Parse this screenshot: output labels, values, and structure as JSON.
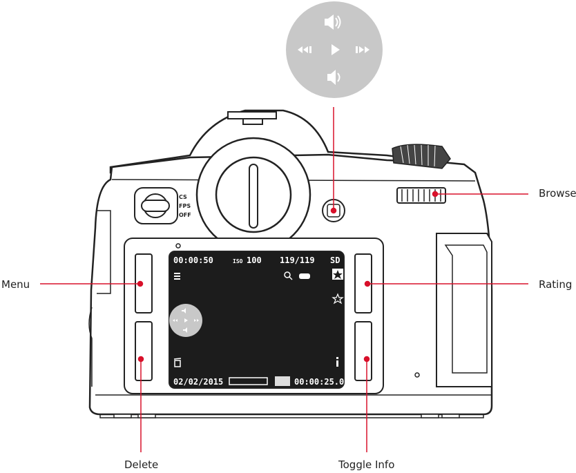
{
  "callouts": {
    "menu": "Menu",
    "delete": "Delete",
    "rating": "Rating",
    "toggle_info": "Toggle Info",
    "browse": "Browse"
  },
  "mode_dial": {
    "positions": [
      "CS",
      "FPS",
      "OFF"
    ]
  },
  "screen": {
    "elapsed_time": "00:00:50",
    "iso_label": "ISO",
    "iso_value": "100",
    "frame_counter": "119/119",
    "card": "SD",
    "date": "02/02/2015",
    "total_time": "00:00:25.00"
  },
  "playback_controls": [
    "volume-up",
    "rewind",
    "play",
    "fast-forward",
    "volume-down"
  ],
  "colors": {
    "callout_line": "#d8102a",
    "screen": "#1c1c1c",
    "control_disc": "#c8c8c8"
  }
}
